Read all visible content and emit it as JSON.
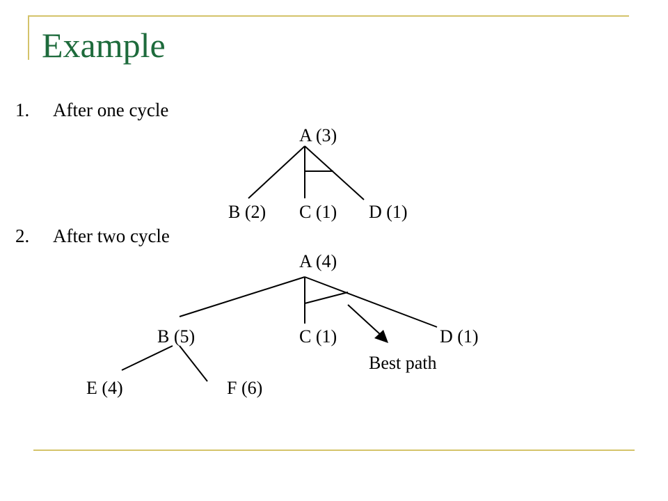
{
  "slide": {
    "title": "Example",
    "accent_color": "#1e6b3c",
    "rule_color": "#d4c36a"
  },
  "steps": [
    {
      "number": "1.",
      "label": "After one cycle",
      "nodes": {
        "a": "A (3)",
        "b": "B (2)",
        "c": "C (1)",
        "d": "D (1)"
      }
    },
    {
      "number": "2.",
      "label": "After two cycle",
      "nodes": {
        "a": "A (4)",
        "b": "B (5)",
        "c": "C (1)",
        "d": "D (1)",
        "e": "E (4)",
        "f": "F (6)"
      },
      "annotation": "Best path"
    }
  ]
}
